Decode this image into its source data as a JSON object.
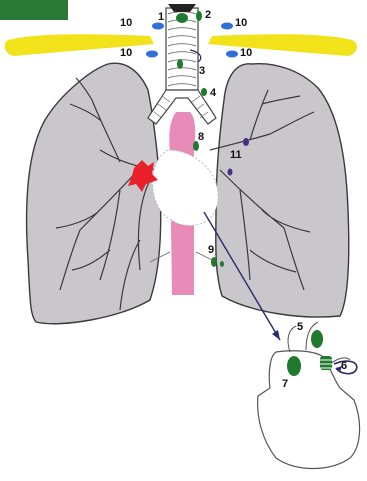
{
  "colors": {
    "corner_tab": "#2a7a35",
    "clavicle": "#f2e21a",
    "lung_fill": "#c9c7cb",
    "lung_outline": "#3a3a3a",
    "bronchi": "#3a3a3a",
    "aorta": "#e88bb8",
    "tumor": "#e8202a",
    "node_green": "#1f7a2e",
    "node_blue": "#2e6fd8",
    "node_purple": "#4a2f8a",
    "arrow": "#2a2a6a",
    "heart_outline": "#555555"
  },
  "labels": [
    {
      "id": "label-1",
      "text": "1"
    },
    {
      "id": "label-2",
      "text": "2"
    },
    {
      "id": "label-3",
      "text": "3"
    },
    {
      "id": "label-4",
      "text": "4"
    },
    {
      "id": "label-5",
      "text": "5"
    },
    {
      "id": "label-6",
      "text": "6"
    },
    {
      "id": "label-7",
      "text": "7"
    },
    {
      "id": "label-8",
      "text": "8"
    },
    {
      "id": "label-9",
      "text": "9"
    },
    {
      "id": "label-10-upper-left",
      "text": "10"
    },
    {
      "id": "label-10-upper-right",
      "text": "10"
    },
    {
      "id": "label-10-lower-left",
      "text": "10"
    },
    {
      "id": "label-10-lower-right",
      "text": "10"
    },
    {
      "id": "label-11",
      "text": "11"
    }
  ]
}
